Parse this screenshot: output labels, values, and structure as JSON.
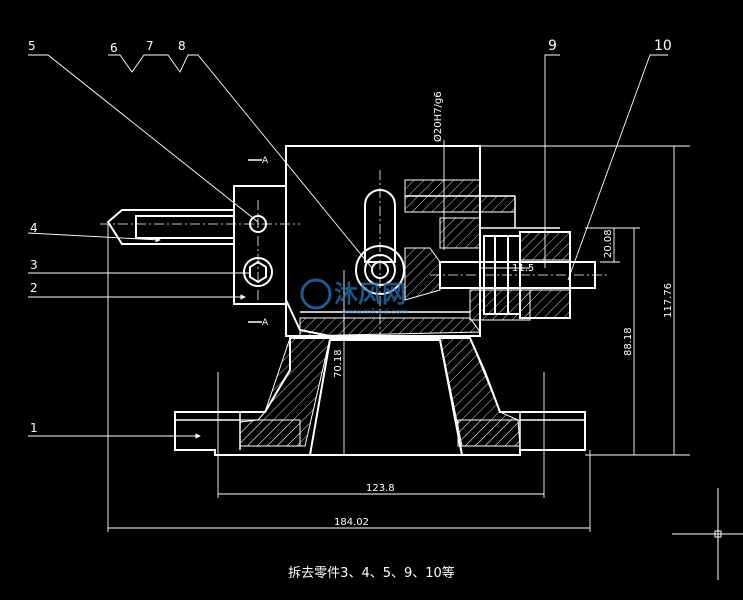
{
  "drawing": {
    "part_numbers": [
      "5",
      "6",
      "7",
      "8",
      "9",
      "10",
      "4",
      "3",
      "2",
      "1"
    ],
    "dimensions": {
      "bore_fit": "Ø20H7/g6",
      "d_20_08": "20.08",
      "d_11_5": "11.5",
      "d_70_18": "70.18",
      "d_88_18": "88.18",
      "d_117_76": "117.76",
      "d_123_8": "123.8",
      "d_184_02": "184.02"
    },
    "section_marks": [
      "A",
      "A"
    ],
    "watermark": {
      "text": "沐风网",
      "url": "www.mfcad.com"
    },
    "caption": "拆去零件3、4、5、9、10等"
  },
  "colors": {
    "background": "#000000",
    "lines": "#ffffff",
    "dimension": "#ffffff",
    "watermark": "#2a6fb0"
  }
}
